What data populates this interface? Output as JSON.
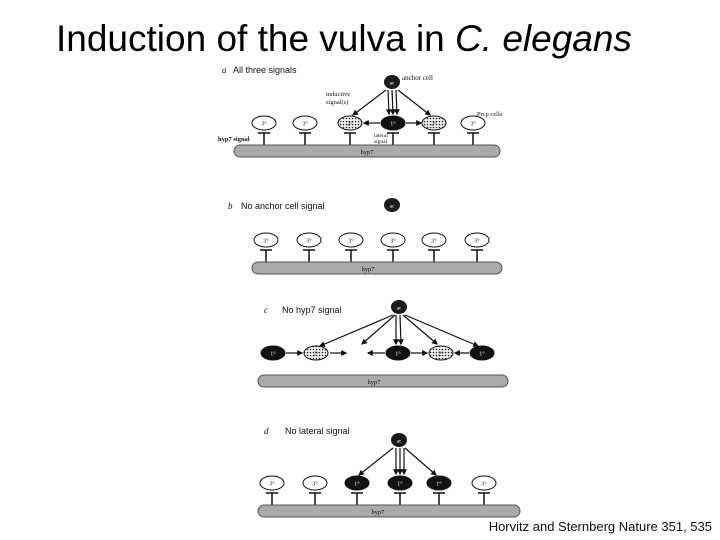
{
  "title": {
    "main": "Induction of the vulva in ",
    "species": "C. elegans"
  },
  "citation": "Horvitz and Sternberg Nature 351, 535",
  "labels": {
    "anchor_cell": "anchor cell",
    "inductive_signal_line1": "inductive",
    "inductive_signal_line2": "signal(s)",
    "pnp_cells": "Pn.p cells",
    "lateral_signal_line1": "lateral",
    "lateral_signal_line2": "signal",
    "hyp7_signal": "hyp7 signal",
    "hyp7": "hyp7",
    "ac": "ac"
  },
  "panels": [
    {
      "letter": "a",
      "caption": "All three signals",
      "fates": [
        "3°",
        "3°",
        "2°",
        "1°",
        "2°",
        "3°"
      ]
    },
    {
      "letter": "b",
      "caption": "No anchor cell signal",
      "fates": [
        "3°",
        "3°",
        "3°",
        "3°",
        "3°",
        "3°"
      ]
    },
    {
      "letter": "c",
      "caption": "No hyp7 signal",
      "fates": [
        "1°",
        "2°",
        "1°",
        "2°",
        "1°"
      ]
    },
    {
      "letter": "d",
      "caption": "No lateral signal",
      "fates": [
        "3°",
        "3°",
        "1°",
        "1°",
        "1°",
        "3°"
      ]
    }
  ]
}
